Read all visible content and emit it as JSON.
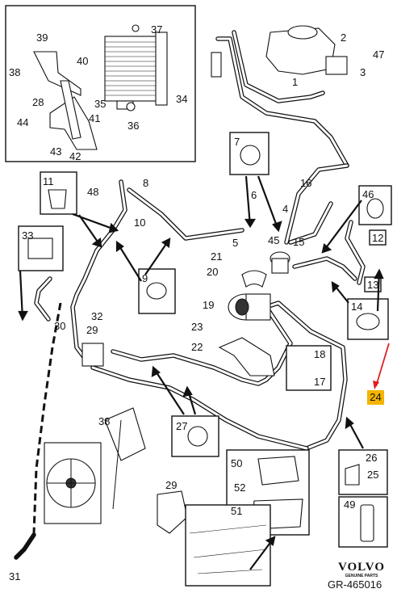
{
  "labels": {
    "n1": "1",
    "n2": "2",
    "n3": "3",
    "n4": "4",
    "n5": "5",
    "n6": "6",
    "n7": "7",
    "n8": "8",
    "n9": "9",
    "n10": "10",
    "n11": "11",
    "n12": "12",
    "n13": "13",
    "n14": "14",
    "n15": "15",
    "n16": "16",
    "n17": "17",
    "n18": "18",
    "n19": "19",
    "n20": "20",
    "n21": "21",
    "n22": "22",
    "n23": "23",
    "n24": "24",
    "n25": "25",
    "n26": "26",
    "n27": "27",
    "n28": "28",
    "n29a": "29",
    "n29b": "29",
    "n30": "30",
    "n31": "31",
    "n32": "32",
    "n33": "33",
    "n34": "34",
    "n35": "35",
    "n36": "36",
    "n37": "37",
    "n38a": "38",
    "n38b": "38",
    "n39": "39",
    "n40": "40",
    "n41": "41",
    "n42": "42",
    "n43": "43",
    "n44": "44",
    "n45": "45",
    "n46": "46",
    "n47": "47",
    "n48": "48",
    "n49": "49",
    "n50": "50",
    "n51": "51",
    "n52": "52"
  },
  "highlight": {
    "label": "24",
    "color": "#f5b400",
    "pointer_color": "#e02020"
  },
  "brand": {
    "name": "VOLVO",
    "subtitle": "GENUINE PARTS"
  },
  "reference_code": "GR-465016"
}
